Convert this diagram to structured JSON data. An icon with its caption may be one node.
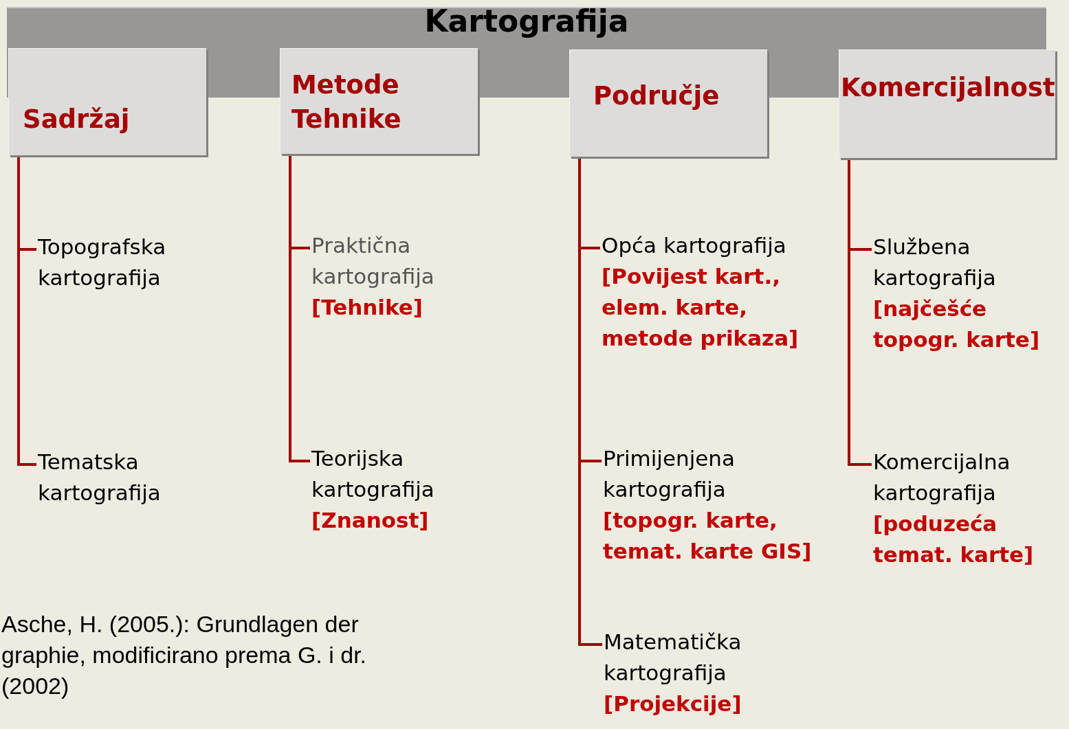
{
  "diagram": {
    "nodes": [
      {
        "text": [
          "Kartografija"
        ]
      },
      {
        "text": [
          "Sadržaj"
        ]
      },
      {
        "text": [
          "Metode Tehnike"
        ]
      },
      {
        "text": [
          "Područje"
        ]
      },
      {
        "text": [
          "Komercijalnost"
        ]
      },
      {
        "text": [
          "Topografska kartografija"
        ]
      },
      {
        "text": [
          "Tematska kartografija"
        ]
      },
      {
        "text": [
          "Praktična kartografija",
          "[Tehnike]"
        ]
      },
      {
        "text": [
          "Teorijska kartografija",
          "[Znanost]"
        ]
      },
      {
        "text": [
          "Opća kartografija",
          "[Povijest kart., elem. karte, metode prikaza]"
        ]
      },
      {
        "text": [
          "Primijenjena kartografija",
          "[topogr. karte, temat. karte GIS]"
        ]
      },
      {
        "text": [
          "Matematička kartografija",
          "[Projekcije]"
        ]
      },
      {
        "text": [
          "Službena kartografija",
          "[najčešće topogr. karte]"
        ]
      },
      {
        "text": [
          "Komercijalna kartografija",
          "[poduzeća temat. karte]"
        ]
      }
    ],
    "edges": [
      {
        "from": 1,
        "to": 5,
        "arrow": "none"
      },
      {
        "from": 1,
        "to": 6,
        "arrow": "none"
      },
      {
        "from": 2,
        "to": 7,
        "arrow": "none"
      },
      {
        "from": 2,
        "to": 8,
        "arrow": "none"
      },
      {
        "from": 3,
        "to": 9,
        "arrow": "none"
      },
      {
        "from": 3,
        "to": 10,
        "arrow": "none"
      },
      {
        "from": 3,
        "to": 11,
        "arrow": "none"
      },
      {
        "from": 4,
        "to": 12,
        "arrow": "none"
      },
      {
        "from": 4,
        "to": 13,
        "arrow": "none"
      }
    ],
    "labels": [
      "Asche, H. (2005.): Grundlagen der graphie, modificirano prema G. i dr. (2002)"
    ]
  }
}
